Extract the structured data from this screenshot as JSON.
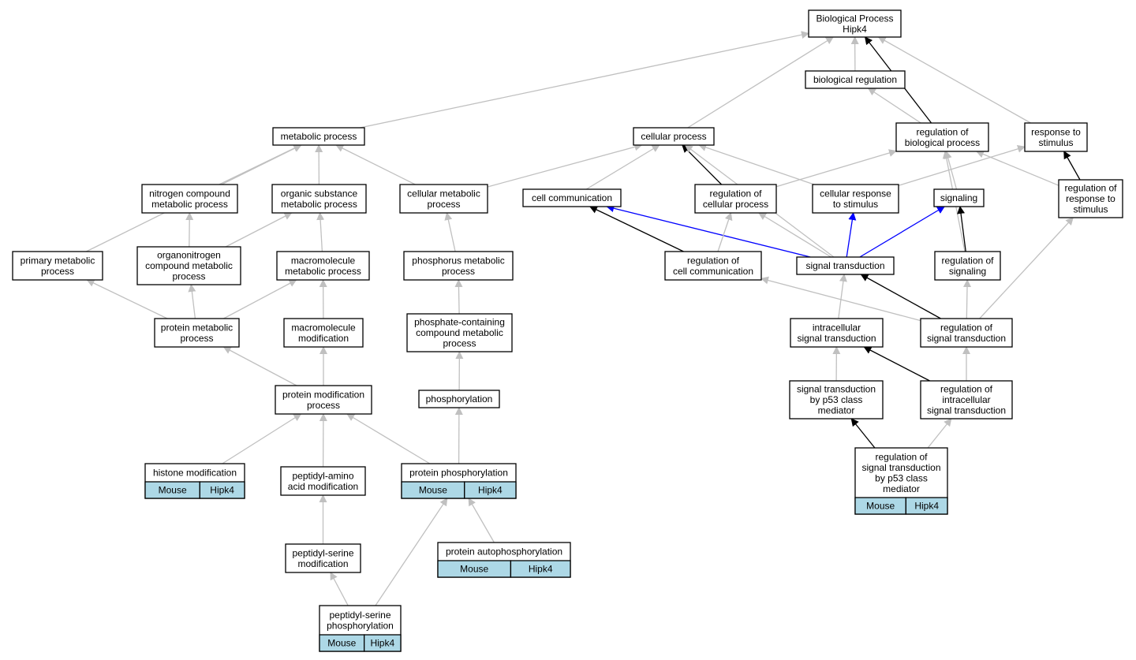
{
  "colors": {
    "grey_edge": "#c0c0c0",
    "black_edge": "#000000",
    "blue_edge": "#0000ff",
    "annotation_fill": "#add8e6",
    "node_fill": "#ffffff"
  },
  "nodes": [
    {
      "id": "root",
      "lines": [
        "Biological Process",
        "Hipk4"
      ]
    },
    {
      "id": "bioreg",
      "lines": [
        "biological regulation"
      ]
    },
    {
      "id": "metab",
      "lines": [
        "metabolic process"
      ]
    },
    {
      "id": "cellp",
      "lines": [
        "cellular process"
      ]
    },
    {
      "id": "regbio",
      "lines": [
        "regulation of",
        "biological process"
      ]
    },
    {
      "id": "resp",
      "lines": [
        "response to",
        "stimulus"
      ]
    },
    {
      "id": "nitro",
      "lines": [
        "nitrogen compound",
        "metabolic process"
      ]
    },
    {
      "id": "orgsub",
      "lines": [
        "organic substance",
        "metabolic process"
      ]
    },
    {
      "id": "cellmet",
      "lines": [
        "cellular metabolic",
        "process"
      ]
    },
    {
      "id": "cellcomm",
      "lines": [
        "cell communication"
      ]
    },
    {
      "id": "regcell",
      "lines": [
        "regulation of",
        "cellular process"
      ]
    },
    {
      "id": "cellresp",
      "lines": [
        "cellular response",
        "to stimulus"
      ]
    },
    {
      "id": "signaling",
      "lines": [
        "signaling"
      ]
    },
    {
      "id": "regresp",
      "lines": [
        "regulation of",
        "response to",
        "stimulus"
      ]
    },
    {
      "id": "primary",
      "lines": [
        "primary metabolic",
        "process"
      ]
    },
    {
      "id": "organo",
      "lines": [
        "organonitrogen",
        "compound metabolic",
        "process"
      ]
    },
    {
      "id": "macromet",
      "lines": [
        "macromolecule",
        "metabolic process"
      ]
    },
    {
      "id": "phosmet",
      "lines": [
        "phosphorus metabolic",
        "process"
      ]
    },
    {
      "id": "regcomm",
      "lines": [
        "regulation of",
        "cell communication"
      ]
    },
    {
      "id": "sigtrans",
      "lines": [
        "signal transduction"
      ]
    },
    {
      "id": "regsig",
      "lines": [
        "regulation of",
        "signaling"
      ]
    },
    {
      "id": "protmet",
      "lines": [
        "protein metabolic",
        "process"
      ]
    },
    {
      "id": "macromod",
      "lines": [
        "macromolecule",
        "modification"
      ]
    },
    {
      "id": "phosphate",
      "lines": [
        "phosphate-containing",
        "compound metabolic",
        "process"
      ]
    },
    {
      "id": "intra",
      "lines": [
        "intracellular",
        "signal transduction"
      ]
    },
    {
      "id": "regsigtrans",
      "lines": [
        "regulation of",
        "signal transduction"
      ]
    },
    {
      "id": "protmod",
      "lines": [
        "protein modification",
        "process"
      ]
    },
    {
      "id": "phosph",
      "lines": [
        "phosphorylation"
      ]
    },
    {
      "id": "p53",
      "lines": [
        "signal transduction",
        "by p53 class",
        "mediator"
      ]
    },
    {
      "id": "regintra",
      "lines": [
        "regulation of",
        "intracellular",
        "signal transduction"
      ]
    },
    {
      "id": "histone",
      "lines": [
        "histone modification"
      ],
      "annotations": [
        "Mouse",
        "Hipk4"
      ]
    },
    {
      "id": "peptamino",
      "lines": [
        "peptidyl-amino",
        "acid modification"
      ]
    },
    {
      "id": "protphos",
      "lines": [
        "protein phosphorylation"
      ],
      "annotations": [
        "Mouse",
        "Hipk4"
      ]
    },
    {
      "id": "regp53",
      "lines": [
        "regulation of",
        "signal transduction",
        "by p53 class",
        "mediator"
      ],
      "annotations": [
        "Mouse",
        "Hipk4"
      ]
    },
    {
      "id": "autophos",
      "lines": [
        "protein autophosphorylation"
      ],
      "annotations": [
        "Mouse",
        "Hipk4"
      ]
    },
    {
      "id": "peptser",
      "lines": [
        "peptidyl-serine",
        "modification"
      ]
    },
    {
      "id": "peptserphos",
      "lines": [
        "peptidyl-serine",
        "phosphorylation"
      ],
      "annotations": [
        "Mouse",
        "Hipk4"
      ]
    }
  ],
  "edges": [
    {
      "from": "bioreg",
      "to": "root",
      "style": "grey"
    },
    {
      "from": "metab",
      "to": "root",
      "style": "grey"
    },
    {
      "from": "cellp",
      "to": "root",
      "style": "grey"
    },
    {
      "from": "regbio",
      "to": "root",
      "style": "black"
    },
    {
      "from": "resp",
      "to": "root",
      "style": "grey"
    },
    {
      "from": "regbio",
      "to": "bioreg",
      "style": "grey"
    },
    {
      "from": "nitro",
      "to": "metab",
      "style": "grey"
    },
    {
      "from": "orgsub",
      "to": "metab",
      "style": "grey"
    },
    {
      "from": "cellmet",
      "to": "metab",
      "style": "grey"
    },
    {
      "from": "primary",
      "to": "metab",
      "style": "grey"
    },
    {
      "from": "cellmet",
      "to": "cellp",
      "style": "grey"
    },
    {
      "from": "cellcomm",
      "to": "cellp",
      "style": "grey"
    },
    {
      "from": "regcell",
      "to": "cellp",
      "style": "black"
    },
    {
      "from": "cellresp",
      "to": "cellp",
      "style": "grey"
    },
    {
      "from": "sigtrans",
      "to": "cellp",
      "style": "grey"
    },
    {
      "from": "regcell",
      "to": "regbio",
      "style": "grey"
    },
    {
      "from": "signaling",
      "to": "regbio",
      "style": "grey"
    },
    {
      "from": "regsig",
      "to": "regbio",
      "style": "grey"
    },
    {
      "from": "regresp",
      "to": "regbio",
      "style": "grey"
    },
    {
      "from": "regresp",
      "to": "resp",
      "style": "black"
    },
    {
      "from": "cellresp",
      "to": "resp",
      "style": "grey"
    },
    {
      "from": "organo",
      "to": "nitro",
      "style": "grey"
    },
    {
      "from": "organo",
      "to": "orgsub",
      "style": "grey"
    },
    {
      "from": "macromet",
      "to": "orgsub",
      "style": "grey"
    },
    {
      "from": "phosmet",
      "to": "cellmet",
      "style": "grey"
    },
    {
      "from": "regcomm",
      "to": "cellcomm",
      "style": "black"
    },
    {
      "from": "sigtrans",
      "to": "cellcomm",
      "style": "blue"
    },
    {
      "from": "regcomm",
      "to": "regcell",
      "style": "grey"
    },
    {
      "from": "sigtrans",
      "to": "regcell",
      "style": "grey"
    },
    {
      "from": "sigtrans",
      "to": "cellresp",
      "style": "blue"
    },
    {
      "from": "sigtrans",
      "to": "signaling",
      "style": "blue"
    },
    {
      "from": "regsig",
      "to": "signaling",
      "style": "black"
    },
    {
      "from": "regsigtrans",
      "to": "regresp",
      "style": "grey"
    },
    {
      "from": "protmet",
      "to": "primary",
      "style": "grey"
    },
    {
      "from": "protmet",
      "to": "organo",
      "style": "grey"
    },
    {
      "from": "protmet",
      "to": "macromet",
      "style": "grey"
    },
    {
      "from": "macromod",
      "to": "macromet",
      "style": "grey"
    },
    {
      "from": "phosphate",
      "to": "phosmet",
      "style": "grey"
    },
    {
      "from": "regsigtrans",
      "to": "regcomm",
      "style": "grey"
    },
    {
      "from": "intra",
      "to": "sigtrans",
      "style": "grey"
    },
    {
      "from": "regsigtrans",
      "to": "sigtrans",
      "style": "black"
    },
    {
      "from": "regsigtrans",
      "to": "regsig",
      "style": "grey"
    },
    {
      "from": "protmod",
      "to": "protmet",
      "style": "grey"
    },
    {
      "from": "protmod",
      "to": "macromod",
      "style": "grey"
    },
    {
      "from": "phosph",
      "to": "phosphate",
      "style": "grey"
    },
    {
      "from": "p53",
      "to": "intra",
      "style": "grey"
    },
    {
      "from": "regintra",
      "to": "intra",
      "style": "black"
    },
    {
      "from": "regintra",
      "to": "regsigtrans",
      "style": "grey"
    },
    {
      "from": "histone",
      "to": "protmod",
      "style": "grey"
    },
    {
      "from": "peptamino",
      "to": "protmod",
      "style": "grey"
    },
    {
      "from": "protphos",
      "to": "protmod",
      "style": "grey"
    },
    {
      "from": "protphos",
      "to": "phosph",
      "style": "grey"
    },
    {
      "from": "regp53",
      "to": "p53",
      "style": "black"
    },
    {
      "from": "regp53",
      "to": "regintra",
      "style": "grey"
    },
    {
      "from": "autophos",
      "to": "protphos",
      "style": "grey"
    },
    {
      "from": "peptser",
      "to": "peptamino",
      "style": "grey"
    },
    {
      "from": "peptserphos",
      "to": "peptser",
      "style": "grey"
    },
    {
      "from": "peptserphos",
      "to": "protphos",
      "style": "grey"
    }
  ]
}
